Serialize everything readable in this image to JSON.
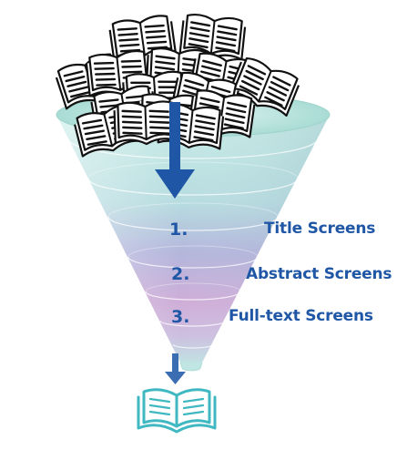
{
  "diagram": {
    "stages": [
      {
        "number": "1.",
        "label": "Title Screens"
      },
      {
        "number": "2.",
        "label": "Abstract Screens"
      },
      {
        "number": "3.",
        "label": "Full-text Screens"
      }
    ],
    "colors": {
      "text": "#1f57a6",
      "arrow": "#1f57a6",
      "funnel_top": "#b9e2dc",
      "funnel_mid": "#b3b0d8",
      "funnel_low": "#d6a9d2",
      "result_book": "#3fb8c2"
    },
    "icons": [
      "open-book-icon",
      "down-arrow-icon"
    ]
  }
}
